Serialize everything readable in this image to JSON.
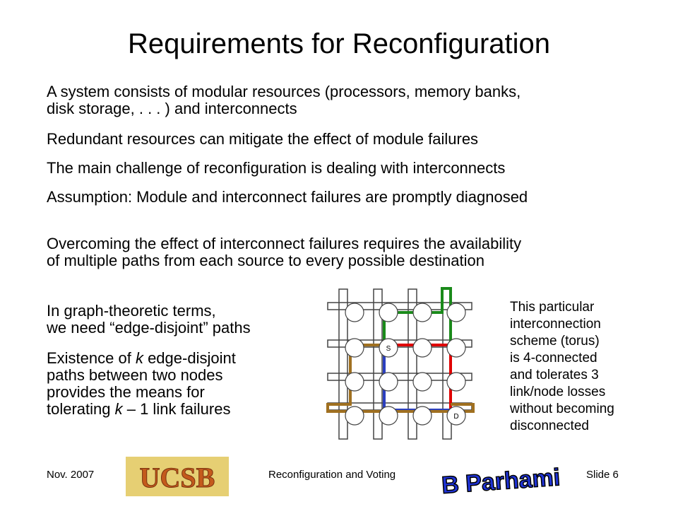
{
  "slide": {
    "title": "Requirements for Reconfiguration",
    "paragraphs": [
      {
        "lines": [
          "A system consists of modular resources (processors, memory banks,",
          "disk storage, . . . ) and interconnects"
        ]
      },
      {
        "lines": [
          "Redundant resources can mitigate the effect of module failures"
        ]
      },
      {
        "lines": [
          "The main challenge of reconfiguration is dealing with interconnects"
        ]
      },
      {
        "lines": [
          "Assumption: Module and interconnect failures are promptly diagnosed"
        ]
      },
      {
        "lines": [
          "Overcoming the effect of interconnect failures requires the availability",
          "of multiple paths from each source to every possible destination"
        ]
      }
    ],
    "graph_text": {
      "line1": "In graph-theoretic terms,",
      "line2": "we need “edge-disjoint” paths"
    },
    "kpaths_text": {
      "a": "Existence of ",
      "k1": "k",
      "b": " edge-disjoint",
      "c": "paths between two nodes",
      "d": "provides the means for",
      "e": "tolerating ",
      "k2": "k",
      "f": " – 1 link failures"
    },
    "side_note": [
      "This particular",
      "interconnection",
      "scheme (torus)",
      "is 4-connected",
      "and tolerates 3",
      "link/node losses",
      "without becoming",
      "disconnected"
    ]
  },
  "diagram": {
    "node_labels": {
      "source": "S",
      "destination": "D"
    },
    "path_colors": {
      "green": "#1a8a1a",
      "red": "#e00000",
      "blue": "#2b3fbf",
      "brown": "#a07020",
      "node_stroke": "#444444"
    }
  },
  "footer": {
    "date": "Nov. 2007",
    "center": "Reconfiguration and Voting",
    "slide_number": "Slide 6"
  },
  "logos": {
    "ucsb": "UCSB",
    "parhami": "B Parhami"
  }
}
